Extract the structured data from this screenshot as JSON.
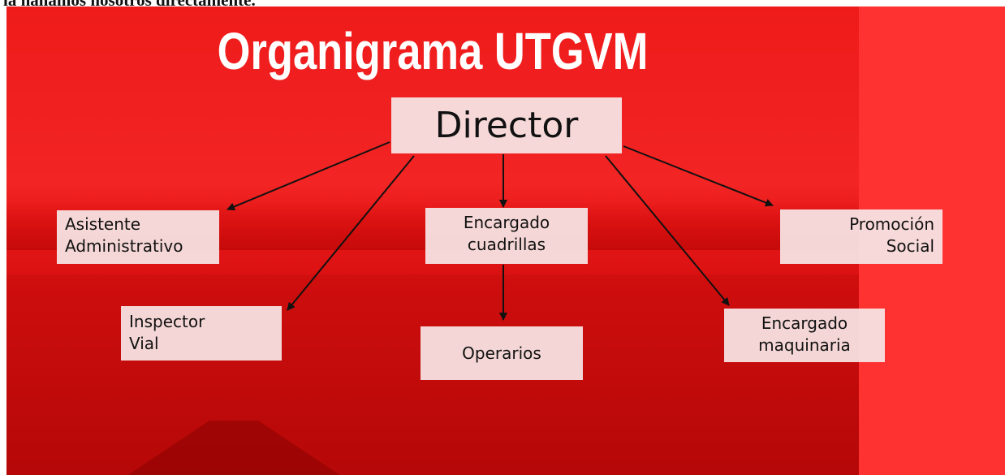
{
  "caption_fragment": "la hallamos nosotros directamente.",
  "slide": {
    "title": "Organigrama UTGVM"
  },
  "org_chart": {
    "nodes": [
      {
        "id": "director",
        "lines": [
          "Director"
        ]
      },
      {
        "id": "asistente",
        "lines": [
          "Asistente",
          "Administrativo"
        ]
      },
      {
        "id": "encargado-cuadrillas",
        "lines": [
          "Encargado",
          "cuadrillas"
        ]
      },
      {
        "id": "promocion",
        "lines": [
          "Promoción",
          "Social"
        ]
      },
      {
        "id": "inspector",
        "lines": [
          "Inspector",
          "Vial"
        ]
      },
      {
        "id": "operarios",
        "lines": [
          "Operarios"
        ]
      },
      {
        "id": "encargado-maquinaria",
        "lines": [
          "Encargado",
          "maquinaria"
        ]
      }
    ],
    "edges": [
      {
        "from": "director",
        "to": "asistente"
      },
      {
        "from": "director",
        "to": "inspector"
      },
      {
        "from": "director",
        "to": "encargado-cuadrillas"
      },
      {
        "from": "director",
        "to": "encargado-maquinaria"
      },
      {
        "from": "director",
        "to": "promocion"
      },
      {
        "from": "encargado-cuadrillas",
        "to": "operarios"
      }
    ]
  }
}
